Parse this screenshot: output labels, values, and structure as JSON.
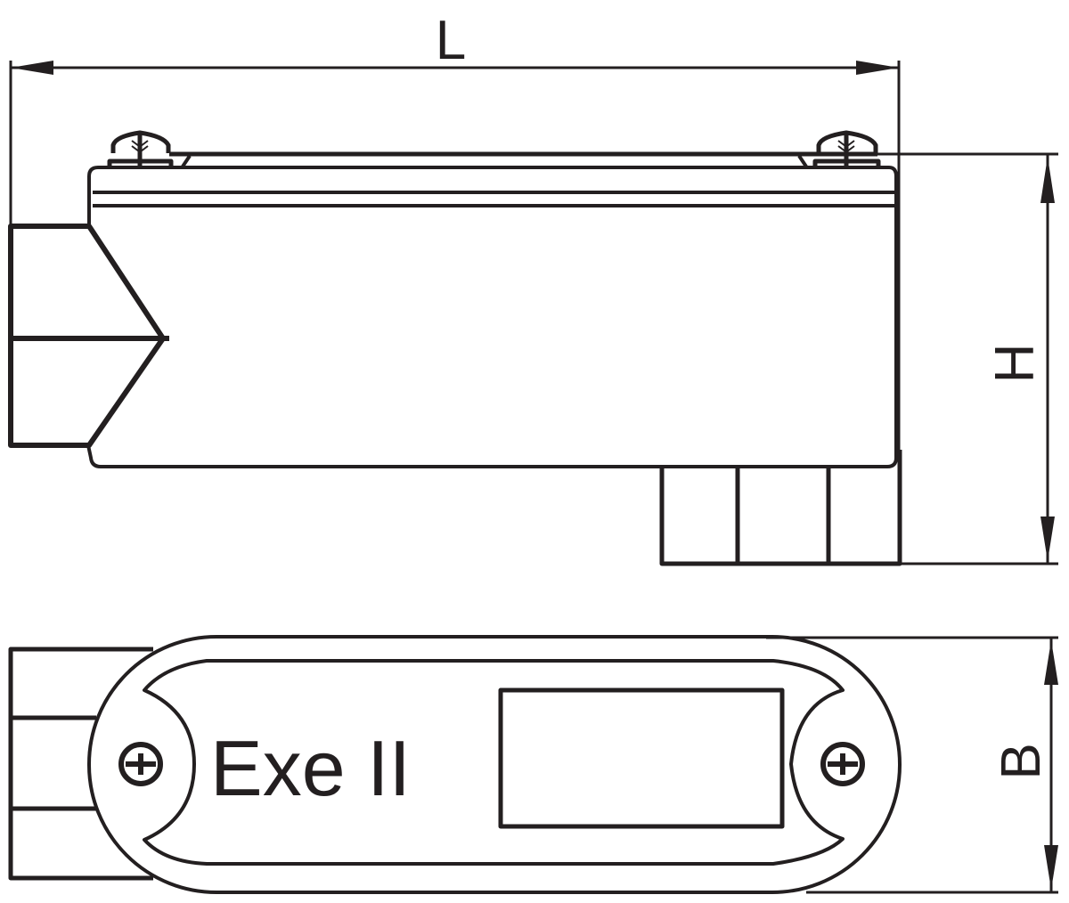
{
  "diagram": {
    "type": "technical-drawing",
    "subject": "Explosion-proof conduit outlet body (two views)",
    "colors": {
      "line": "#231f20",
      "background": "#ffffff"
    },
    "dimensions": {
      "length_label": "L",
      "height_label": "H",
      "width_label": "B"
    },
    "views": [
      {
        "name": "side-view",
        "description": "Side elevation with cover, two screws, left hub and bottom hub"
      },
      {
        "name": "top-view",
        "description": "Top view of oval cover with nameplate"
      }
    ],
    "nameplate": {
      "marking": "Exe II"
    }
  }
}
